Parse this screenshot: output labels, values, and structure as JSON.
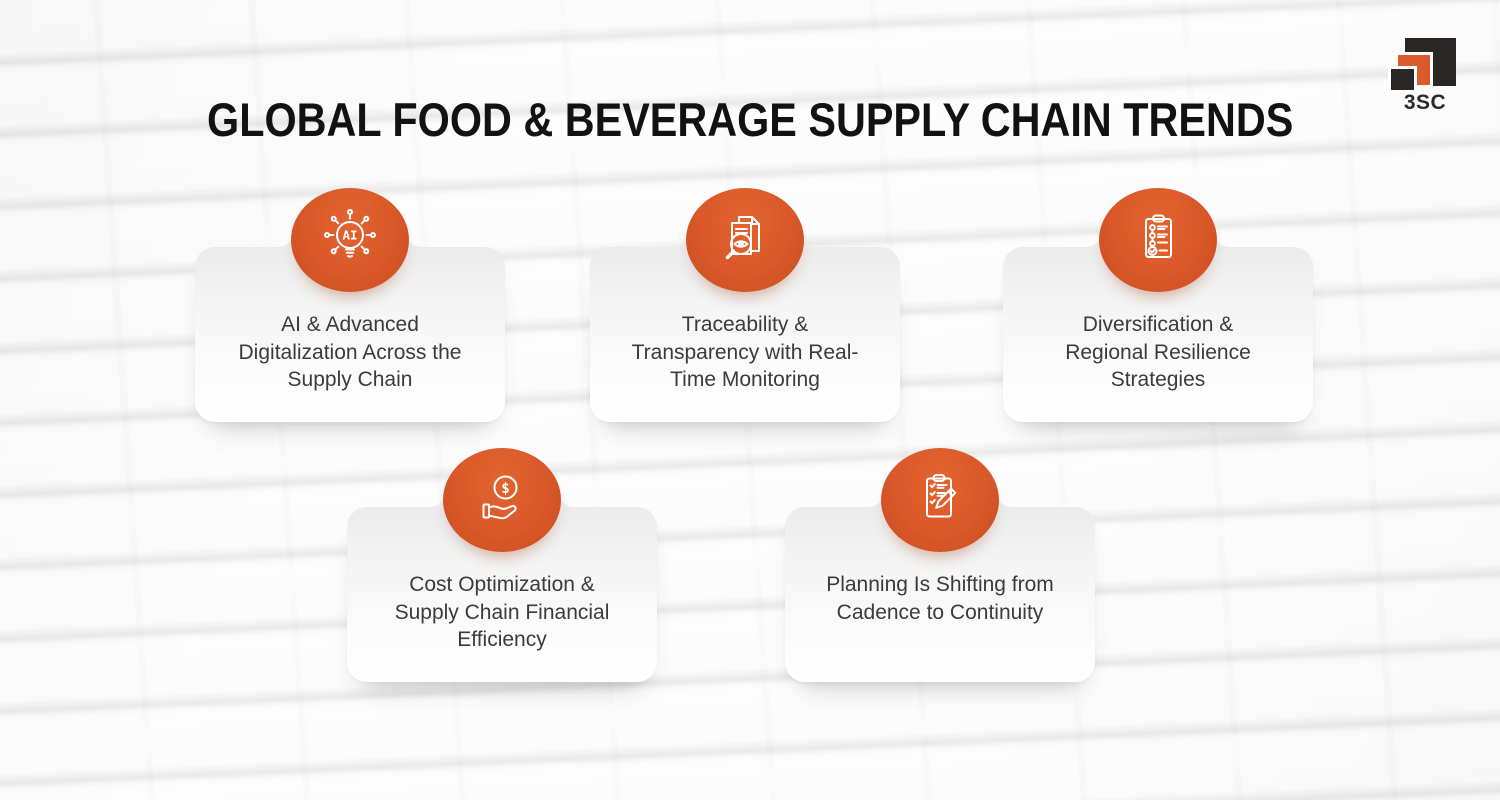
{
  "header": {
    "title": "GLOBAL FOOD & BEVERAGE SUPPLY CHAIN TRENDS",
    "logo_text": "3SC"
  },
  "colors": {
    "accent_orange": "#DC5A2B",
    "accent_orange_dark": "#C64D1F",
    "logo_dark": "#2B2626",
    "title_text": "#121212",
    "card_text": "#3B3B3B",
    "card_top_gray": "#EBEBEB",
    "background": "#FBFBFB"
  },
  "cards": [
    {
      "icon": "ai-lightbulb-icon",
      "label": "AI & Advanced Digitalization Across the Supply Chain"
    },
    {
      "icon": "document-eye-magnifier-icon",
      "label": "Traceability & Transparency with Real-Time Monitoring"
    },
    {
      "icon": "clipboard-checklist-icon",
      "label": "Diversification & Regional Resilience Strategies"
    },
    {
      "icon": "hand-dollar-coin-icon",
      "label": "Cost Optimization & Supply Chain Financial Efficiency"
    },
    {
      "icon": "clipboard-pencil-icon",
      "label": "Planning Is Shifting from Cadence to Continuity"
    }
  ]
}
